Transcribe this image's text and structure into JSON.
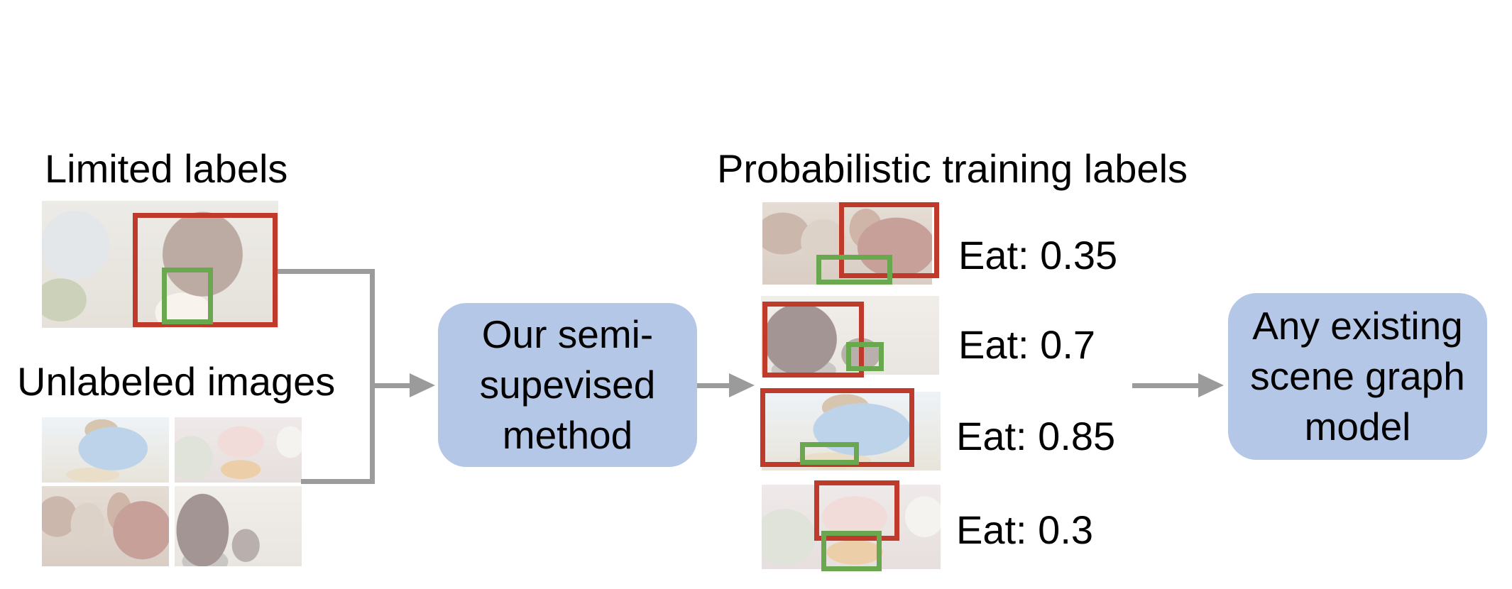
{
  "figure": {
    "left": {
      "limited_heading": "Limited labels",
      "unlabeled_heading": "Unlabeled images"
    },
    "method_box_text": "Our semi-\nsupevised\nmethod",
    "model_box_text": "Any existing\nscene graph\nmodel",
    "prob_heading": "Probabilistic training labels",
    "prob_rows": [
      {
        "predicate": "Eat",
        "probability": 0.35,
        "label": "Eat: 0.35"
      },
      {
        "predicate": "Eat",
        "probability": 0.7,
        "label": "Eat: 0.7"
      },
      {
        "predicate": "Eat",
        "probability": 0.85,
        "label": "Eat: 0.85"
      },
      {
        "predicate": "Eat",
        "probability": 0.3,
        "label": "Eat: 0.3"
      }
    ],
    "colors": {
      "box_fill_blue": "#b4c7e7",
      "bbox_red": "#bf3a2a",
      "bbox_green": "#6aa84f",
      "arrow_gray": "#9b9b9b"
    }
  }
}
